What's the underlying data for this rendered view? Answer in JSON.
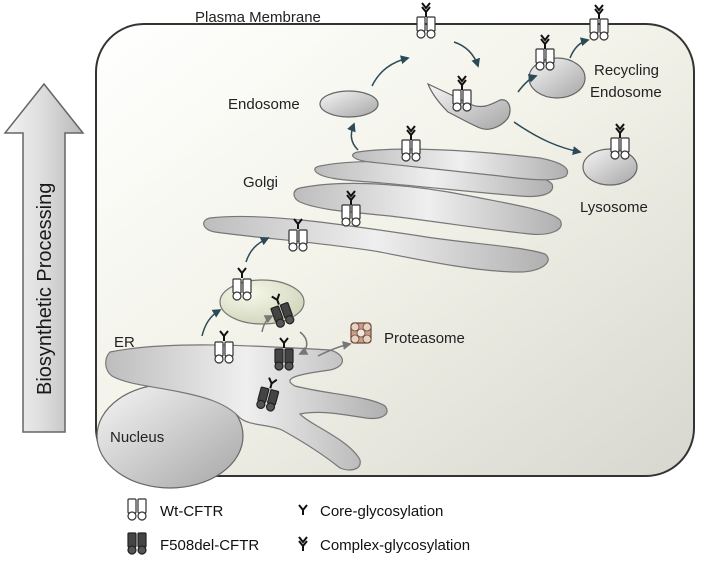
{
  "labels": {
    "plasma_membrane": "Plasma Membrane",
    "endosome": "Endosome",
    "recycling_endosome_line1": "Recycling",
    "recycling_endosome_line2": "Endosome",
    "golgi": "Golgi",
    "lysosome": "Lysosome",
    "er": "ER",
    "proteasome": "Proteasome",
    "nucleus": "Nucleus"
  },
  "side_arrow": {
    "label": "Biosynthetic Processing"
  },
  "legend": {
    "wt": "Wt-CFTR",
    "f508del": "F508del-CFTR",
    "core": "Core-glycosylation",
    "complex": "Complex-glycosylation"
  },
  "colors": {
    "cell_fill_light": "#fbfbf6",
    "cell_fill_dark": "#d8d8d0",
    "organelle_light": "#f2f2f2",
    "organelle_dark": "#a9a9a9",
    "vesicle_fill": "#e8ebd4",
    "mutant_protein": "#444444",
    "arrow": "#2c4a56"
  }
}
